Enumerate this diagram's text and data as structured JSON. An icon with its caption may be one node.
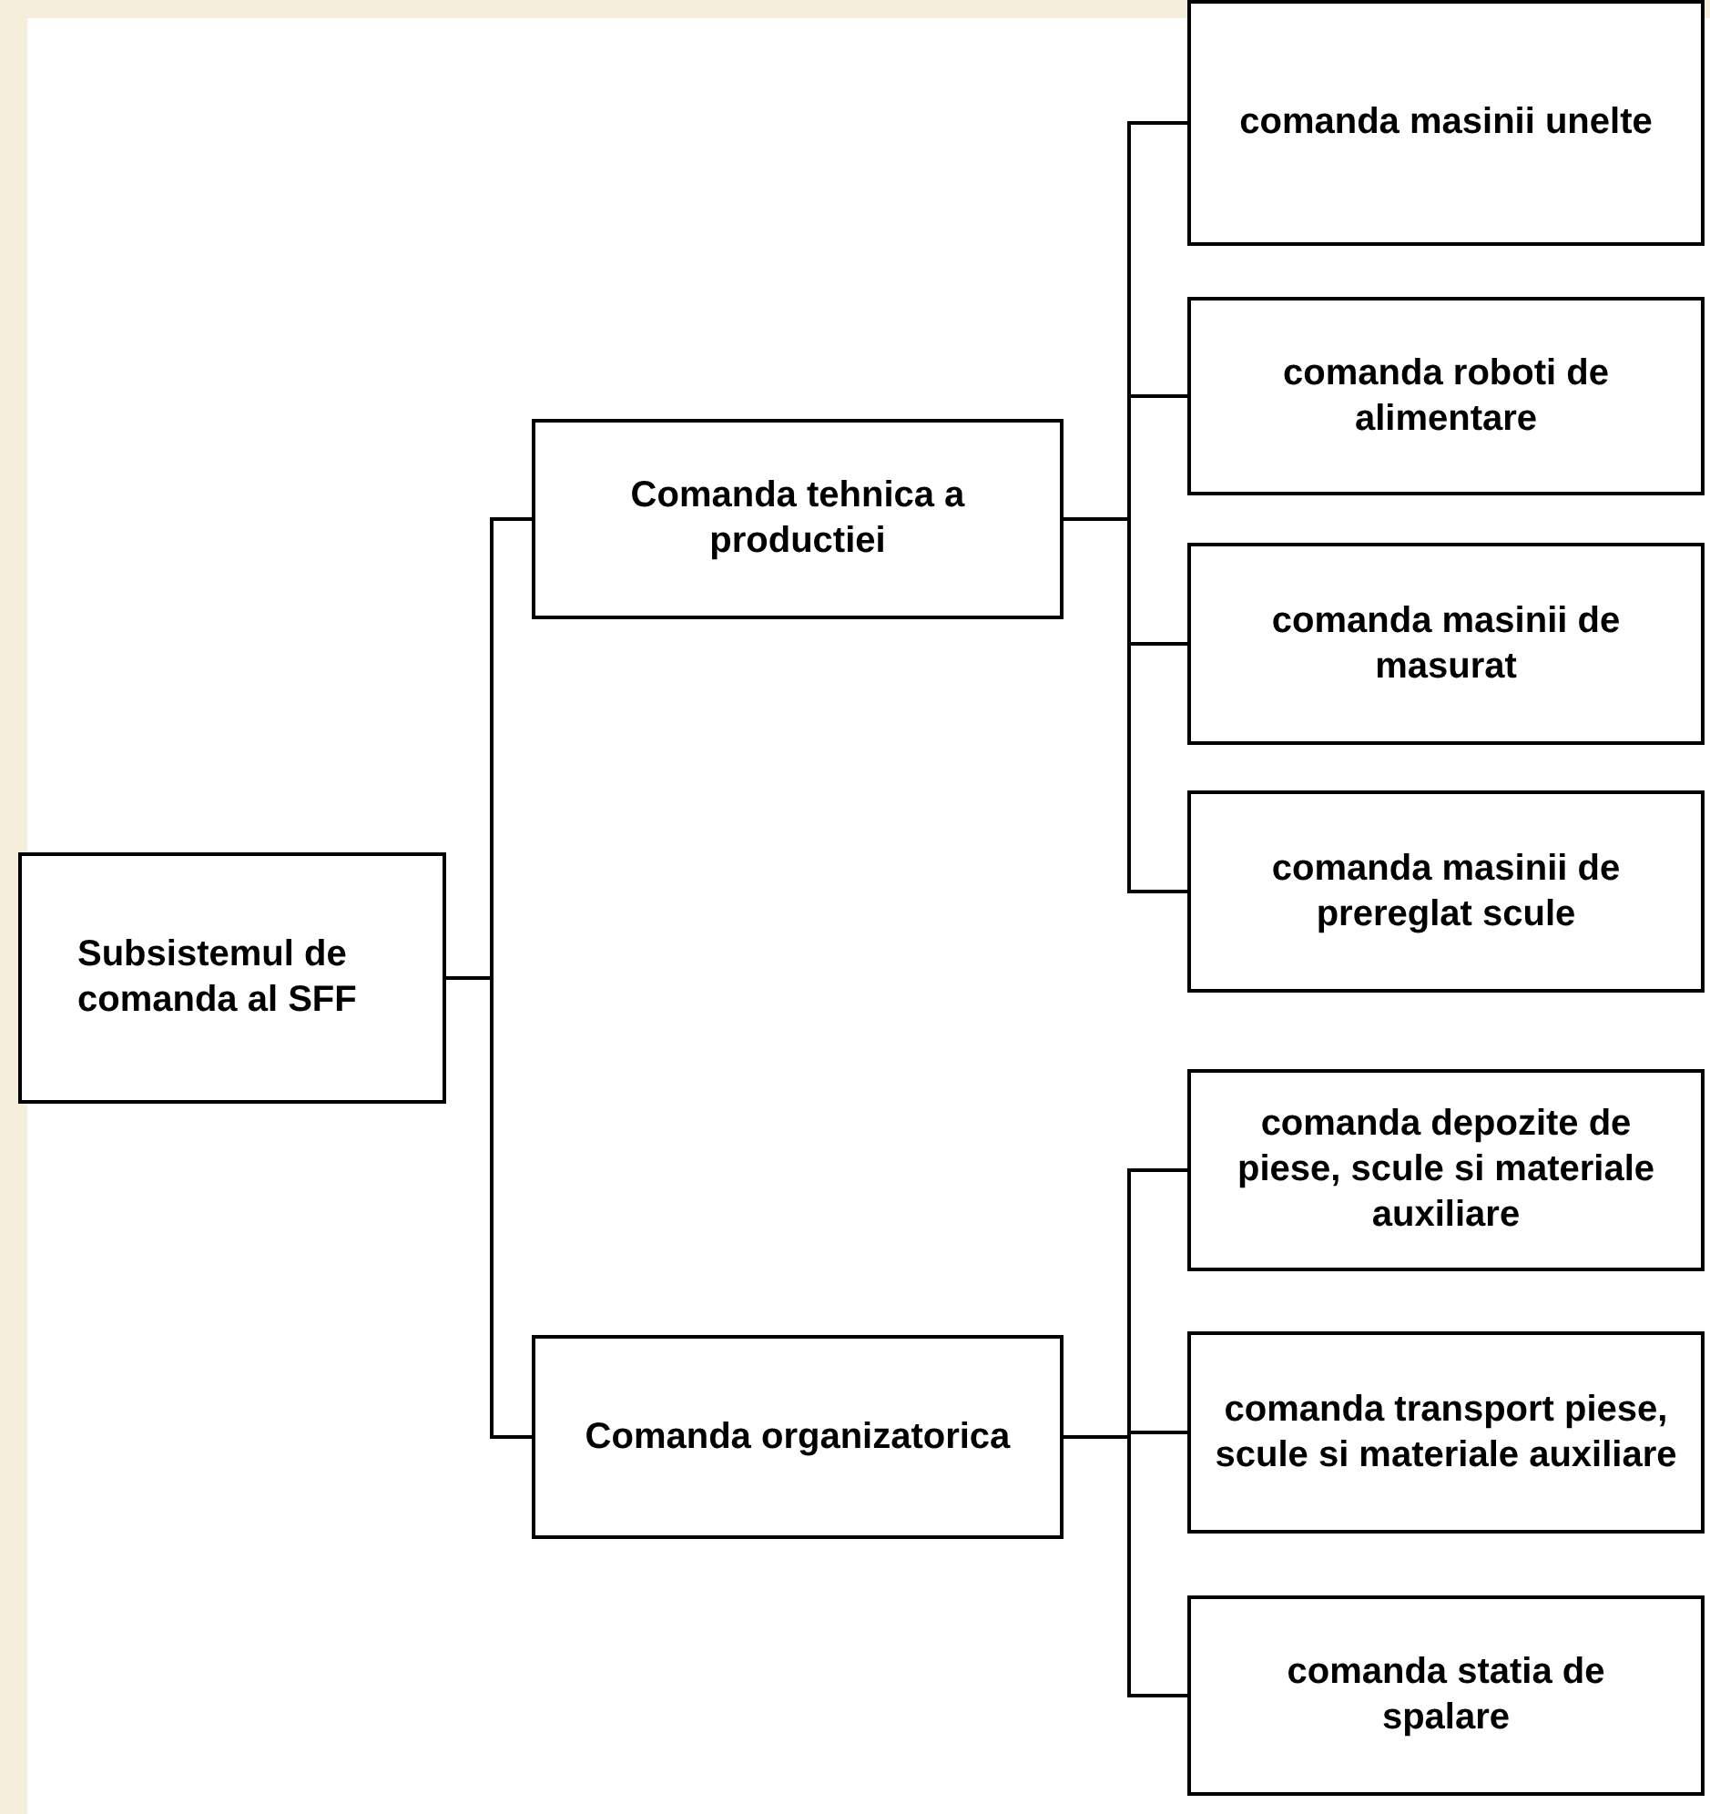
{
  "diagram": {
    "nodes": [
      {
        "text": [
          "Subsistemul de comanda al SFF"
        ]
      },
      {
        "text": [
          "Comanda tehnica a productiei"
        ]
      },
      {
        "text": [
          "Comanda organizatorica"
        ]
      },
      {
        "text": [
          "comanda masinii unelte"
        ]
      },
      {
        "text": [
          "comanda roboti de alimentare"
        ]
      },
      {
        "text": [
          "comanda masinii de masurat"
        ]
      },
      {
        "text": [
          "comanda masinii de prereglat scule"
        ]
      },
      {
        "text": [
          "comanda depozite de piese, scule si materiale auxiliare"
        ]
      },
      {
        "text": [
          "comanda transport piese, scule si materiale auxiliare"
        ]
      },
      {
        "text": [
          "comanda statia de spalare"
        ]
      }
    ],
    "edges": [
      {
        "from": 0,
        "to": 1,
        "arrow": "none"
      },
      {
        "from": 0,
        "to": 2,
        "arrow": "none"
      },
      {
        "from": 1,
        "to": 3,
        "arrow": "none"
      },
      {
        "from": 1,
        "to": 4,
        "arrow": "none"
      },
      {
        "from": 1,
        "to": 5,
        "arrow": "none"
      },
      {
        "from": 1,
        "to": 6,
        "arrow": "none"
      },
      {
        "from": 2,
        "to": 7,
        "arrow": "none"
      },
      {
        "from": 2,
        "to": 8,
        "arrow": "none"
      },
      {
        "from": 2,
        "to": 9,
        "arrow": "none"
      }
    ]
  }
}
